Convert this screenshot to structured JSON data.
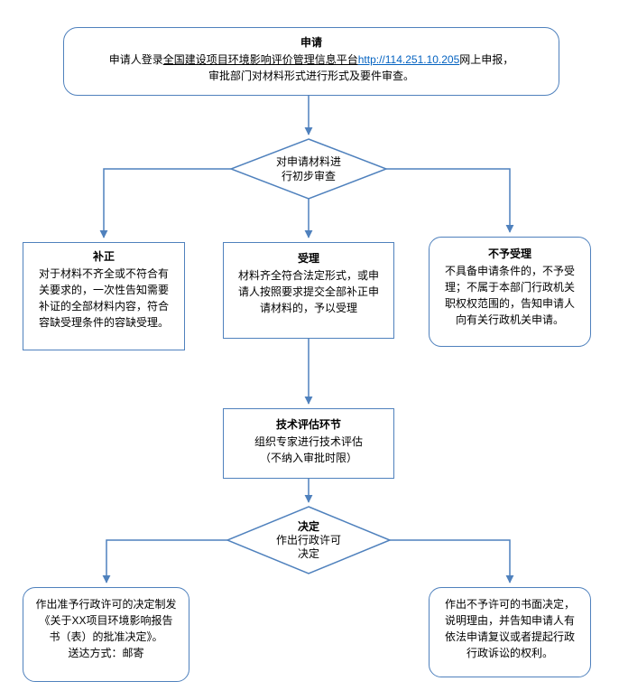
{
  "diagram": {
    "stroke_color": "#4f81bd",
    "link_color": "#0563c1",
    "background_color": "#ffffff",
    "text_color": "#000000"
  },
  "nodes": {
    "apply": {
      "title": "申请",
      "line1_prefix": "申请人登录",
      "line1_platform": "全国建设项目环境影响评价管理信息平台",
      "line1_url": "http://114.251.10.205",
      "line1_suffix": "网上申报，",
      "line2": "审批部门对材料形式进行形式及要件审查。"
    },
    "screening": {
      "line1": "对申请材料进",
      "line2": "行初步审查"
    },
    "correction": {
      "title": "补正",
      "body": "对于材料不齐全或不符合有关要求的，一次性告知需要补证的全部材料内容，符合容缺受理条件的容缺受理。"
    },
    "acceptance": {
      "title": "受理",
      "body": "材料齐全符合法定形式，或申请人按照要求提交全部补正申请材料的，予以受理"
    },
    "rejection": {
      "title": "不予受理",
      "body": "不具备申请条件的，不予受理；不属于本部门行政机关职权权范围的，告知申请人向有关行政机关申请。"
    },
    "evaluation": {
      "title": "技术评估环节",
      "line1": "组织专家进行技术评估",
      "line2": "（不纳入审批时限）"
    },
    "decision": {
      "title": "决定",
      "line1": "作出行政许可",
      "line2": "决定"
    },
    "grant": {
      "line1": "作出准予行政许可的决定制发《关于XX项目环境影响报告书（表）的批准决定》。",
      "line2": "送达方式：邮寄"
    },
    "deny": {
      "body": "作出不予许可的书面决定，说明理由，并告知申请人有依法申请复议或者提起行政行政诉讼的权利。"
    }
  }
}
